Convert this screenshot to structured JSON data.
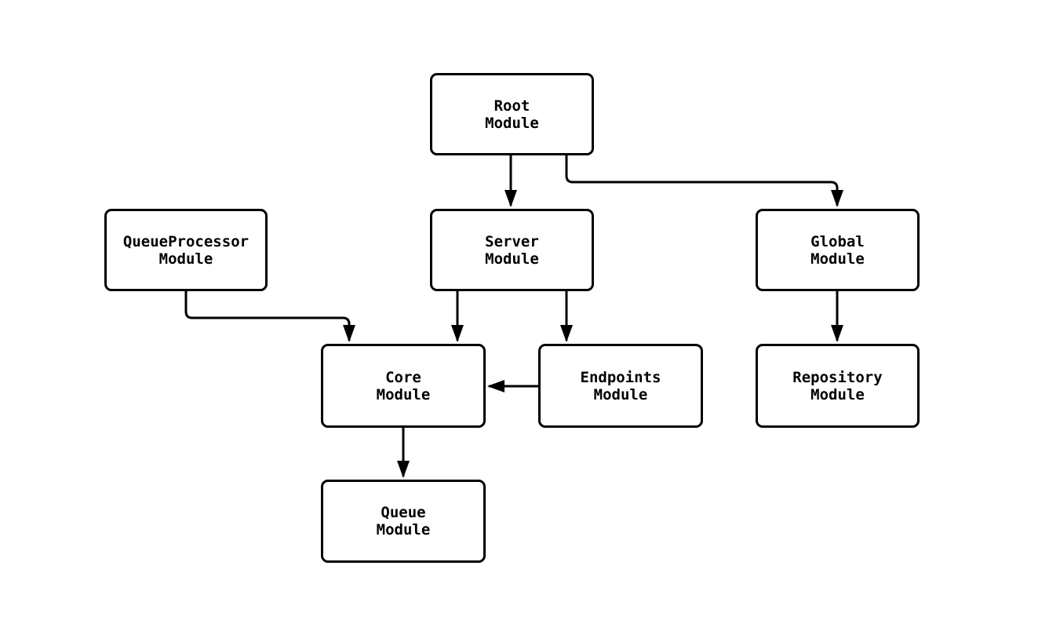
{
  "diagram": {
    "type": "module-dependency-flowchart",
    "background_color": "#ffffff",
    "node_fill_color": "#ffffff",
    "node_border_color": "#000000",
    "edge_color": "#000000",
    "text_color": "#000000",
    "nodes": [
      {
        "id": "root",
        "line1": "Root",
        "line2": "Module"
      },
      {
        "id": "queueproc",
        "line1": "QueueProcessor",
        "line2": "Module"
      },
      {
        "id": "server",
        "line1": "Server",
        "line2": "Module"
      },
      {
        "id": "global",
        "line1": "Global",
        "line2": "Module"
      },
      {
        "id": "core",
        "line1": "Core",
        "line2": "Module"
      },
      {
        "id": "endpoints",
        "line1": "Endpoints",
        "line2": "Module"
      },
      {
        "id": "repository",
        "line1": "Repository",
        "line2": "Module"
      },
      {
        "id": "queue",
        "line1": "Queue",
        "line2": "Module"
      }
    ],
    "edges": [
      {
        "from": "Root Module",
        "to": "Server Module"
      },
      {
        "from": "Root Module",
        "to": "Global Module"
      },
      {
        "from": "QueueProcessor Module",
        "to": "Core Module"
      },
      {
        "from": "Server Module",
        "to": "Core Module"
      },
      {
        "from": "Server Module",
        "to": "Endpoints Module"
      },
      {
        "from": "Endpoints Module",
        "to": "Core Module"
      },
      {
        "from": "Core Module",
        "to": "Queue Module"
      },
      {
        "from": "Global Module",
        "to": "Repository Module"
      }
    ]
  }
}
